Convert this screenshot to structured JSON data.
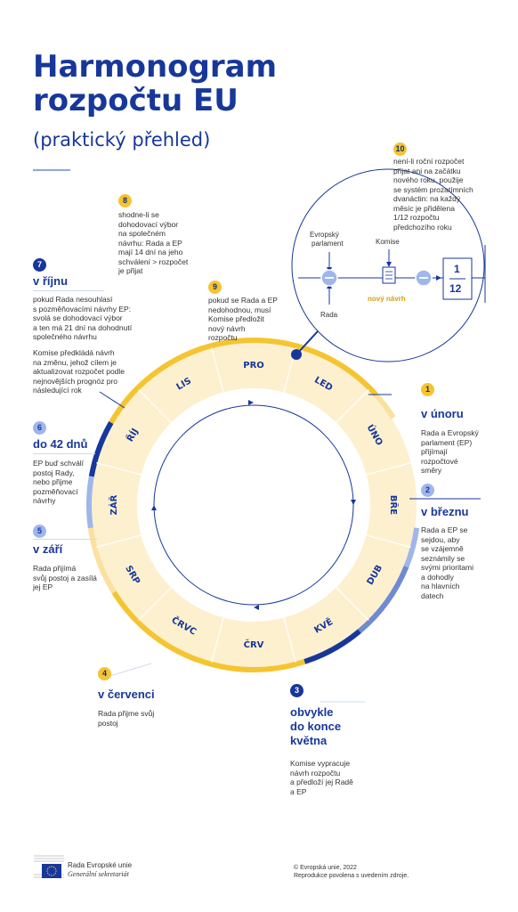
{
  "title_line1": "Harmonogram",
  "title_line2": "rozpočtu EU",
  "subtitle": "(praktický přehled)",
  "months": [
    "PRO",
    "LED",
    "ÚNO",
    "BŘE",
    "DUB",
    "KVĚ",
    "ČRV",
    "ČRVC",
    "SRP",
    "ZÁŘ",
    "ŘÍJ",
    "LIS"
  ],
  "steps": [
    {
      "num": "1",
      "head": "v únoru",
      "text": [
        "Rada a Evropský",
        "parlament (EP)",
        "přijímají",
        "rozpočtové",
        "směry"
      ]
    },
    {
      "num": "2",
      "head": "v březnu",
      "text": [
        "Rada a EP se",
        "sejdou, aby",
        "se vzájemně",
        "seznámily se",
        "svými prioritami",
        "a dohodly",
        "na hlavních",
        "datech"
      ]
    },
    {
      "num": "3",
      "head": [
        "obvykle",
        "do konce",
        "května"
      ],
      "text": [
        "Komise vypracuje",
        "návrh rozpočtu",
        "a předloží jej Radě",
        "a EP"
      ]
    },
    {
      "num": "4",
      "head": "v červenci",
      "text": [
        "Rada přijme svůj",
        "postoj"
      ]
    },
    {
      "num": "5",
      "head": "v září",
      "text": [
        "Rada přijímá",
        "svůj postoj a zasílá",
        "jej EP"
      ]
    },
    {
      "num": "6",
      "head": "do 42 dnů",
      "text": [
        "EP buď schválí",
        "postoj Rady,",
        "nebo přijme",
        "pozměňovací",
        "návrhy"
      ]
    },
    {
      "num": "7",
      "head": "v říjnu",
      "text": [
        "pokud Rada nesouhlasí",
        "s pozměňovacími návrhy EP:",
        "svolá se dohodovací výbor",
        "a ten má 21 dní na dohodnutí",
        "společného návrhu"
      ],
      "text2": [
        "Komise předkládá návrh",
        "na změnu, jehož cílem je",
        "aktualizovat rozpočet podle",
        "nejnovějších prognóz pro",
        "následující rok"
      ]
    },
    {
      "num": "8",
      "text": [
        "shodne-li se",
        "dohodovací výbor",
        "na společném",
        "návrhu: Rada a EP",
        "mají 14 dní na jeho",
        "schválení > rozpočet",
        "je přijat"
      ]
    },
    {
      "num": "9",
      "text": [
        "pokud se Rada a EP",
        "nedohodnou, musí",
        "Komise předložit",
        "nový návrh",
        "rozpočtu"
      ]
    },
    {
      "num": "10",
      "text": [
        "není-li roční rozpočet",
        "přijat ani na začátku",
        "nového roku, použije",
        "se systém prozatímních",
        "dvanáctin: na každý",
        "měsíc je přidělena",
        "1/12 rozpočtu",
        "předchozího roku"
      ]
    }
  ],
  "detail": {
    "parliament": [
      "Evropský",
      "parlament"
    ],
    "commission": "Komise",
    "council": "Rada",
    "new_proposal": "nový návrh",
    "fraction_top": "1",
    "fraction_bottom": "12"
  },
  "footer": {
    "org": "Rada Evropské unie",
    "org2": "Generální sekretariát",
    "copyright": "© Evropská unie, 2022",
    "reproduction": "Reprodukce povolena s uvedením zdroje."
  },
  "colors": {
    "blue": "#17379a",
    "yellow": "#f5c431",
    "cream": "#fdf0cf",
    "light_blue": "#9fb6ea"
  }
}
